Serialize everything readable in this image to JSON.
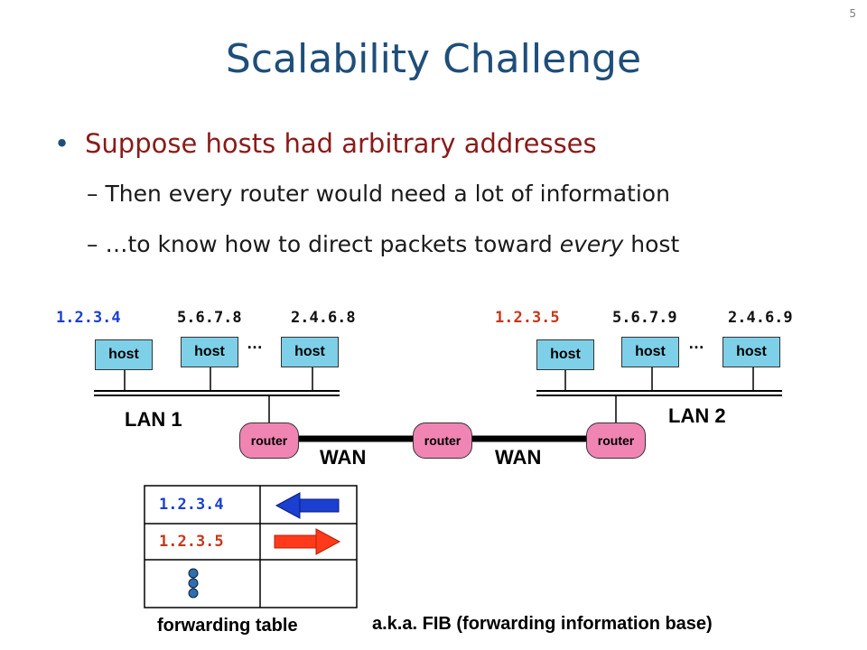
{
  "slide": {
    "number": "5",
    "title": "Scalability Challenge",
    "bullet": "Suppose hosts had arbitrary addresses",
    "subbullets": [
      "– Then every router would need a lot of information",
      "– …to know how to direct packets toward ",
      "every",
      " host"
    ]
  },
  "diagram": {
    "lan1": {
      "label": "LAN 1",
      "addresses": [
        "1.2.3.4",
        "5.6.7.8",
        "2.4.6.8"
      ],
      "hosts": [
        "host",
        "host",
        "host"
      ],
      "ellipsis": "…"
    },
    "lan2": {
      "label": "LAN 2",
      "addresses": [
        "1.2.3.5",
        "5.6.7.9",
        "2.4.6.9"
      ],
      "hosts": [
        "host",
        "host",
        "host"
      ],
      "ellipsis": "…"
    },
    "routers": [
      "router",
      "router",
      "router"
    ],
    "wan_labels": [
      "WAN",
      "WAN"
    ],
    "colors": {
      "host_fill": "#7dd0e8",
      "router_fill": "#f085b4",
      "blue": "#1a3fd1",
      "red": "#c8351a",
      "title": "#1f4e79",
      "bullet": "#8b1a1a"
    }
  },
  "fib": {
    "rows": [
      "1.2.3.4",
      "1.2.3.5"
    ],
    "caption": "forwarding table",
    "note": "a.k.a. FIB (forwarding information base)"
  }
}
